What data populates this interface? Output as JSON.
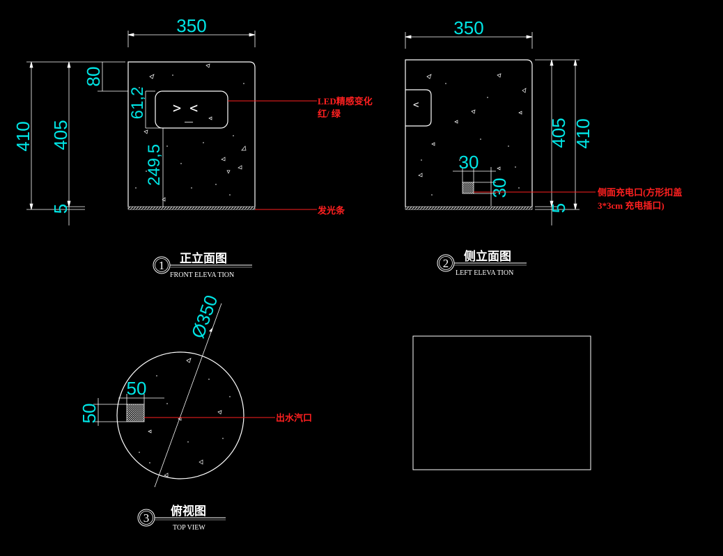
{
  "front": {
    "dim_width": "350",
    "dim_total_height": "410",
    "dim_body_height": "405",
    "dim_base": "5",
    "dim_top_offset": "80",
    "dim_screen_height": "61,2",
    "dim_screen_bottom": "249,5",
    "face_text": "> <",
    "face_mouth": "_",
    "led_note_line1": "LED精感变化",
    "led_note_line2": "红/ 绿",
    "strip_note": "发光条",
    "title_num": "1",
    "title_cn": "正立面图",
    "title_en": "FRONT ELEVA TION"
  },
  "side": {
    "dim_width": "350",
    "dim_body_height": "405",
    "dim_total_height": "410",
    "dim_base": "5",
    "dim_port_width": "30",
    "dim_port_height": "30",
    "face_text": "<",
    "port_note_line1": "侧面充电口(方形扣盖",
    "port_note_line2": "3*3cm 充电插口)",
    "title_num": "2",
    "title_cn": "侧立面图",
    "title_en": "LEFT ELEVA TION"
  },
  "top": {
    "dim_diameter": "Ø350",
    "dim_outlet_w": "50",
    "dim_outlet_h": "50",
    "outlet_note": "出水汽口",
    "title_num": "3",
    "title_cn": "俯视图",
    "title_en": "TOP VIEW"
  },
  "colors": {
    "background": "#000000",
    "dimension": "#00e5e5",
    "annotation": "#ff2020",
    "linework": "#ffffff"
  }
}
